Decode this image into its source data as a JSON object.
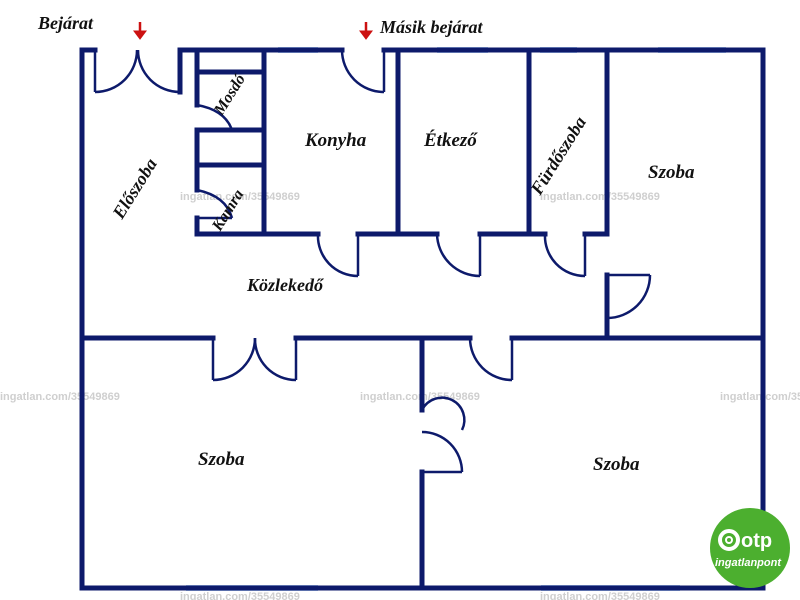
{
  "plan": {
    "colors": {
      "wall": "#0d1a6b",
      "window": "#a9c6ec",
      "arrow": "#cc1111",
      "logo": "#4caf2f"
    },
    "entrances": {
      "main": "Bejárat",
      "other": "Másik bejárat"
    },
    "rooms": {
      "eloszoba": "Előszoba",
      "mosdo": "Mosdó",
      "kamra": "Kamra",
      "konyha": "Konyha",
      "etkezo": "Étkező",
      "furdoszoba": "Fürdőszoba",
      "szoba_east": "Szoba",
      "kozlekedo": "Közlekedő",
      "szoba_southwest": "Szoba",
      "szoba_southeast": "Szoba"
    },
    "watermark": "ingatlan.com/35549869",
    "logo": {
      "brand": "otp",
      "sub": "ingatlanpont"
    }
  }
}
